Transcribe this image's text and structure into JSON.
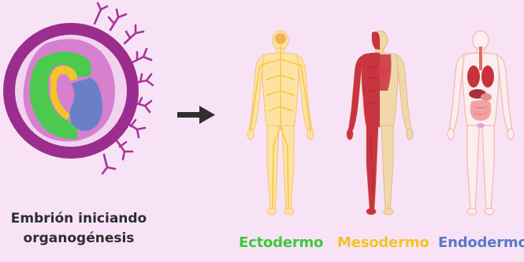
{
  "caption": {
    "line1": "Embrión iniciando",
    "line2": "organogénesis"
  },
  "layers": [
    {
      "id": "ecto",
      "label": "Ectodermo",
      "color": "#3cc83c"
    },
    {
      "id": "meso",
      "label": "Mesodermo",
      "color": "#f3c42a"
    },
    {
      "id": "endo",
      "label": "Endodermo",
      "color": "#5a79c4"
    }
  ],
  "colors": {
    "background": "#f8e3f6",
    "embryo_outer": "#9b2d8e",
    "embryo_villi": "#a7359a",
    "embryo_cavity": "#f1d3ef",
    "embryo_inner": "#d680cf",
    "ectoderm": "#4cc94f",
    "mesoderm": "#f3c42a",
    "endoderm": "#6a7fc7",
    "arrow": "#2f2f2f",
    "body_ecto_skin": "#fde3a3",
    "body_ecto_nerve": "#f5c842",
    "body_meso_muscle": "#c8343f",
    "body_meso_bone": "#f1d8a8",
    "body_endo_outline": "#f7cfc9",
    "body_endo_organs": "#d1474f"
  },
  "icons": [
    "embryo-diagram-icon",
    "arrow-right-icon",
    "nervous-system-figure-icon",
    "muscular-system-figure-icon",
    "digestive-system-figure-icon"
  ]
}
